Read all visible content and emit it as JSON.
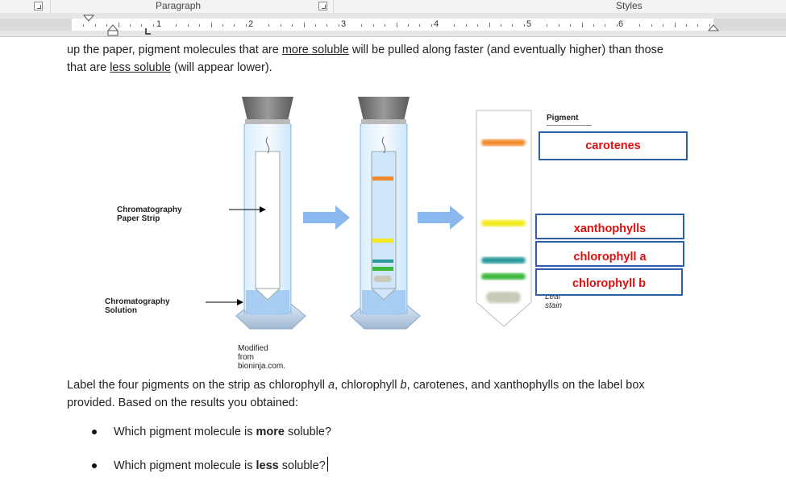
{
  "ribbon": {
    "paragraph_label": "Paragraph",
    "styles_label": "Styles"
  },
  "ruler": {
    "numbers": [
      "1",
      "2",
      "3",
      "4",
      "5",
      "6"
    ]
  },
  "document": {
    "intro_line1_a": "up the paper, pigment molecules that are ",
    "intro_line1_u": "more soluble",
    "intro_line1_b": " will be pulled along faster (and eventually higher) than those",
    "intro_line2_a": "that are ",
    "intro_line2_u": "less soluble",
    "intro_line2_b": " (will appear lower).",
    "instructions_line1_a": "Label the four pigments on the strip as chlorophyll ",
    "instructions_line1_a_italic": "a",
    "instructions_line1_b": ", chlorophyll ",
    "instructions_line1_b_italic": "b",
    "instructions_line1_c": ", carotenes, and xanthophylls on the label box",
    "instructions_line2": "provided.  Based on the results you obtained:",
    "question1_a": "Which pigment molecule is ",
    "question1_bold": "more",
    "question1_b": " soluble?",
    "question2_a": "Which pigment molecule is ",
    "question2_bold": "less",
    "question2_b": " soluble?"
  },
  "figure": {
    "paper_strip_label": "Chromatography Paper Strip",
    "solution_label": "Chromatography Solution",
    "credit": "Modified from bioninja.com.",
    "pigment_header": "Pigment",
    "leaf_stain": "Leaf stain",
    "label_boxes": [
      "carotenes",
      "xanthophylls",
      "chlorophyll a",
      "chlorophyll b"
    ]
  },
  "colors": {
    "label_text": "#e01010",
    "label_border": "#2e5ea8",
    "carotene_band": "#f08a2c",
    "xanthophyll_band": "#f2ea1e",
    "chlorophyll_a_band": "#2a9a9a",
    "chlorophyll_b_band": "#3cb83c",
    "arrow": "#8ab8ee"
  }
}
